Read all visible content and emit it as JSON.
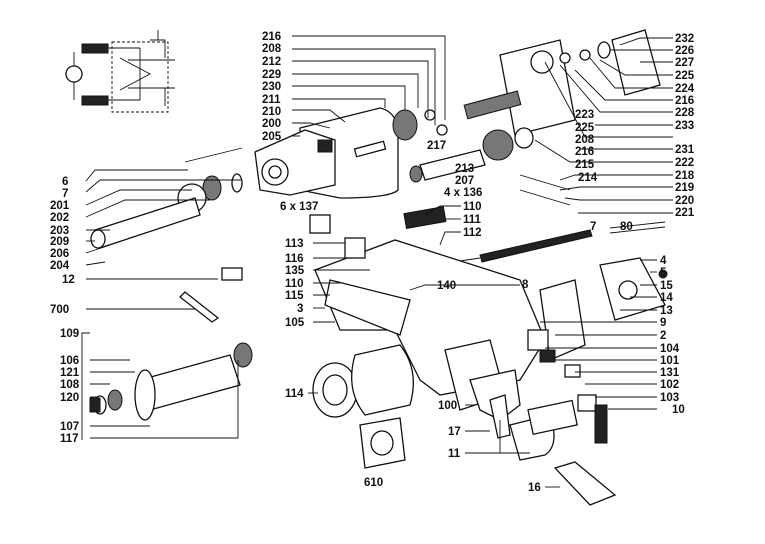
{
  "diagram": {
    "labels": [
      {
        "id": "l216a",
        "text": "216"
      },
      {
        "id": "l208a",
        "text": "208"
      },
      {
        "id": "l212",
        "text": "212"
      },
      {
        "id": "l229",
        "text": "229"
      },
      {
        "id": "l230",
        "text": "230"
      },
      {
        "id": "l211",
        "text": "211"
      },
      {
        "id": "l210",
        "text": "210"
      },
      {
        "id": "l200",
        "text": "200"
      },
      {
        "id": "l205",
        "text": "205"
      },
      {
        "id": "l6",
        "text": "6"
      },
      {
        "id": "l7a",
        "text": "7"
      },
      {
        "id": "l201",
        "text": "201"
      },
      {
        "id": "l202",
        "text": "202"
      },
      {
        "id": "l203",
        "text": "203"
      },
      {
        "id": "l209",
        "text": "209"
      },
      {
        "id": "l206",
        "text": "206"
      },
      {
        "id": "l204",
        "text": "204"
      },
      {
        "id": "l12",
        "text": "12"
      },
      {
        "id": "l700",
        "text": "700"
      },
      {
        "id": "l232",
        "text": "232"
      },
      {
        "id": "l226",
        "text": "226"
      },
      {
        "id": "l227",
        "text": "227"
      },
      {
        "id": "l225a",
        "text": "225"
      },
      {
        "id": "l224",
        "text": "224"
      },
      {
        "id": "l216b",
        "text": "216"
      },
      {
        "id": "l228",
        "text": "228"
      },
      {
        "id": "l223",
        "text": "223"
      },
      {
        "id": "l225b",
        "text": "225"
      },
      {
        "id": "l233",
        "text": "233"
      },
      {
        "id": "l208b",
        "text": "208"
      },
      {
        "id": "l217",
        "text": "217"
      },
      {
        "id": "l216c",
        "text": "216"
      },
      {
        "id": "l231",
        "text": "231"
      },
      {
        "id": "l215",
        "text": "215"
      },
      {
        "id": "l222",
        "text": "222"
      },
      {
        "id": "l213",
        "text": "213"
      },
      {
        "id": "l214",
        "text": "214"
      },
      {
        "id": "l207",
        "text": "207"
      },
      {
        "id": "l218",
        "text": "218"
      },
      {
        "id": "l4x136",
        "text": "4 x 136"
      },
      {
        "id": "l219",
        "text": "219"
      },
      {
        "id": "l220",
        "text": "220"
      },
      {
        "id": "l6x137",
        "text": "6 x 137"
      },
      {
        "id": "l110a",
        "text": "110"
      },
      {
        "id": "l221",
        "text": "221"
      },
      {
        "id": "l111",
        "text": "111"
      },
      {
        "id": "l112",
        "text": "112"
      },
      {
        "id": "l7b",
        "text": "7"
      },
      {
        "id": "l80",
        "text": "80"
      },
      {
        "id": "l113",
        "text": "113"
      },
      {
        "id": "l116",
        "text": "116"
      },
      {
        "id": "l4",
        "text": "4"
      },
      {
        "id": "l5",
        "text": "5"
      },
      {
        "id": "l135",
        "text": "135"
      },
      {
        "id": "l8",
        "text": "8"
      },
      {
        "id": "l15",
        "text": "15"
      },
      {
        "id": "l110b",
        "text": "110"
      },
      {
        "id": "l140",
        "text": "140"
      },
      {
        "id": "l14",
        "text": "14"
      },
      {
        "id": "l115",
        "text": "115"
      },
      {
        "id": "l13",
        "text": "13"
      },
      {
        "id": "l3",
        "text": "3"
      },
      {
        "id": "l9",
        "text": "9"
      },
      {
        "id": "l105",
        "text": "105"
      },
      {
        "id": "l2",
        "text": "2"
      },
      {
        "id": "l109",
        "text": "109"
      },
      {
        "id": "l104",
        "text": "104"
      },
      {
        "id": "l106",
        "text": "106"
      },
      {
        "id": "l101",
        "text": "101"
      },
      {
        "id": "l121",
        "text": "121"
      },
      {
        "id": "l131",
        "text": "131"
      },
      {
        "id": "l108",
        "text": "108"
      },
      {
        "id": "l114",
        "text": "114"
      },
      {
        "id": "l102",
        "text": "102"
      },
      {
        "id": "l120",
        "text": "120"
      },
      {
        "id": "l100",
        "text": "100"
      },
      {
        "id": "l103",
        "text": "103"
      },
      {
        "id": "l10",
        "text": "10"
      },
      {
        "id": "l107",
        "text": "107"
      },
      {
        "id": "l17",
        "text": "17"
      },
      {
        "id": "l117",
        "text": "117"
      },
      {
        "id": "l11",
        "text": "11"
      },
      {
        "id": "l610",
        "text": "610"
      },
      {
        "id": "l16",
        "text": "16"
      }
    ]
  }
}
